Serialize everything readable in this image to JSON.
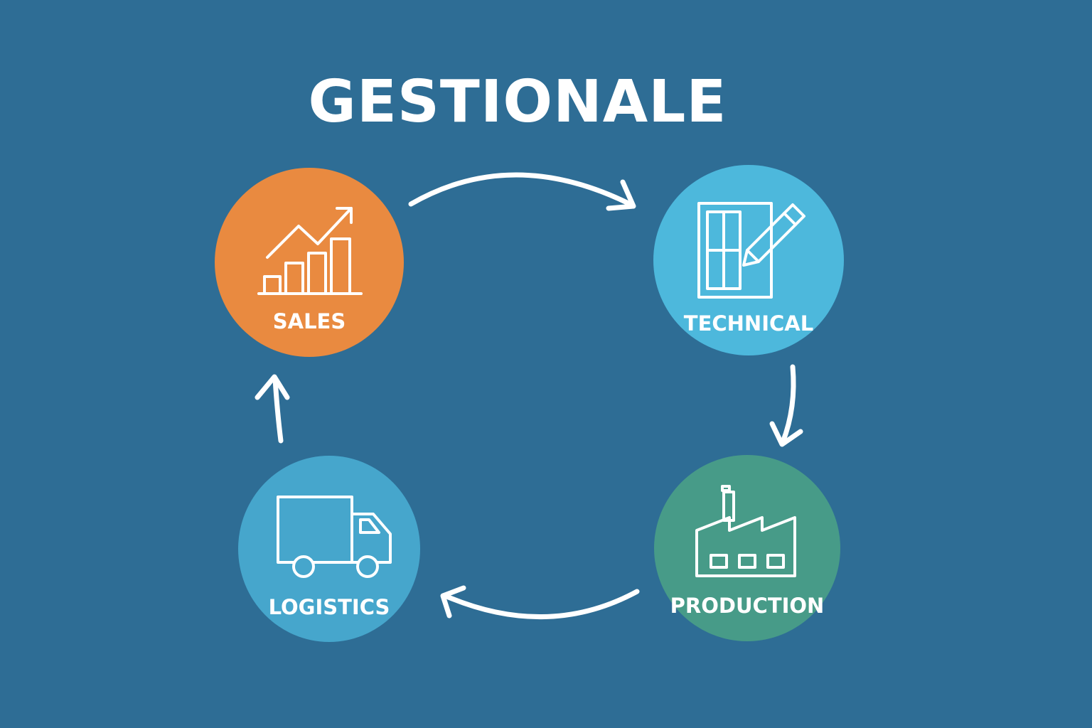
{
  "title": "GESTIONALE",
  "colors": {
    "background": "#2e6d95",
    "sales": "#e98a40",
    "technical": "#4db8dc",
    "production": "#479b88",
    "logistics": "#46a6cc",
    "foreground": "#ffffff"
  },
  "nodes": {
    "sales": {
      "label": "SALES",
      "icon": "growth-chart-icon"
    },
    "technical": {
      "label": "TECHNICAL",
      "icon": "blueprint-pencil-icon"
    },
    "production": {
      "label": "PRODUCTION",
      "icon": "factory-icon"
    },
    "logistics": {
      "label": "LOGISTICS",
      "icon": "delivery-truck-icon"
    }
  },
  "flow": [
    "sales",
    "technical",
    "production",
    "logistics",
    "sales"
  ]
}
